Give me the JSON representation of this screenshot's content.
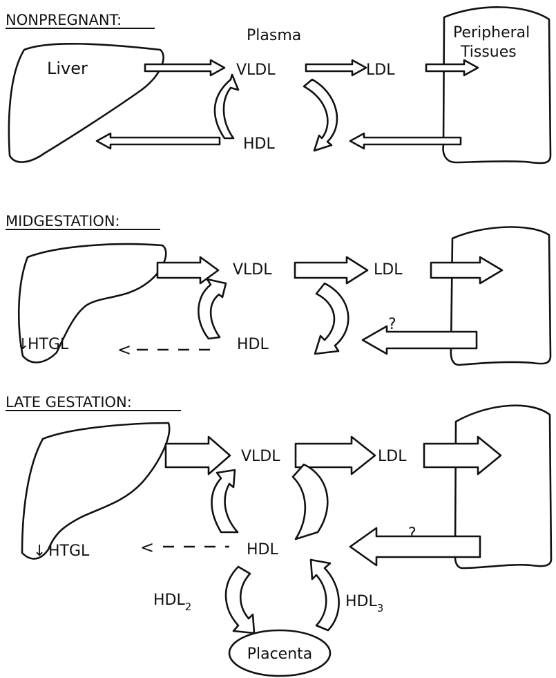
{
  "sections": {
    "nonpregnant": "NONPREGNANT:",
    "midgestation": "MIDGESTATION:",
    "late": "LATE GESTATION:"
  },
  "labels": {
    "plasma": "Plasma",
    "liver": "Liver",
    "peripheral_line1": "Peripheral",
    "peripheral_line2": "Tissues",
    "vldl": "VLDL",
    "ldl": "LDL",
    "hdl": "HDL",
    "htgl": "HTGL",
    "down_arrow": "↓",
    "question": "?",
    "hdl2": "HDL",
    "hdl2_sub": "2",
    "hdl3": "HDL",
    "hdl3_sub": "3",
    "placenta": "Placenta",
    "dash_arrowhead": "<"
  }
}
